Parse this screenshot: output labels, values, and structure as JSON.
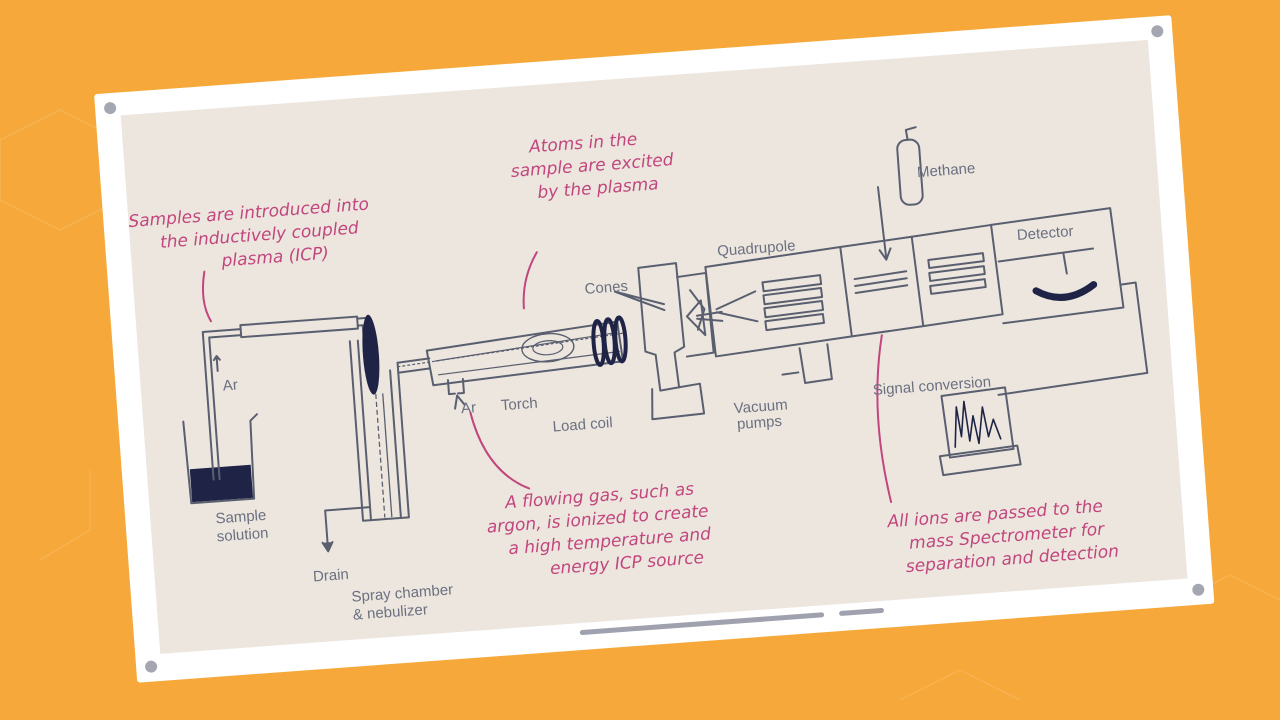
{
  "colors": {
    "background": "#F6A93A",
    "board": "#FFFFFF",
    "paper": "#ECE6DE",
    "ink": "#5A5F70",
    "annotation": "#C2467E",
    "fill": "#1F2447",
    "pin": "#A4A7B2",
    "scrollbar": "#9FA2AE"
  },
  "annotations": {
    "icp_intro": [
      "Samples are introduced into",
      "the inductively coupled",
      "plasma (ICP)"
    ],
    "atoms_excited": [
      "Atoms in the",
      "sample are excited",
      "by the plasma"
    ],
    "flowing_gas": [
      "A flowing gas, such as",
      "argon, is ionized to create",
      "a high temperature and",
      "energy ICP source"
    ],
    "ions_passed": [
      "All ions are passed to the",
      "mass Spectrometer for",
      "separation and detection"
    ]
  },
  "labels": {
    "ar_top": "Ar",
    "ar_bottom": "Ar",
    "sample_solution": [
      "Sample",
      "solution"
    ],
    "drain": "Drain",
    "spray_chamber": [
      "Spray chamber",
      "& nebulizer"
    ],
    "torch": "Torch",
    "load_coil": "Load coil",
    "cones": "Cones",
    "quadrupole": "Quadrupole",
    "methane": "Methane",
    "detector": "Detector",
    "vacuum_pumps": [
      "Vacuum",
      "pumps"
    ],
    "signal_conversion": "Signal conversion"
  }
}
